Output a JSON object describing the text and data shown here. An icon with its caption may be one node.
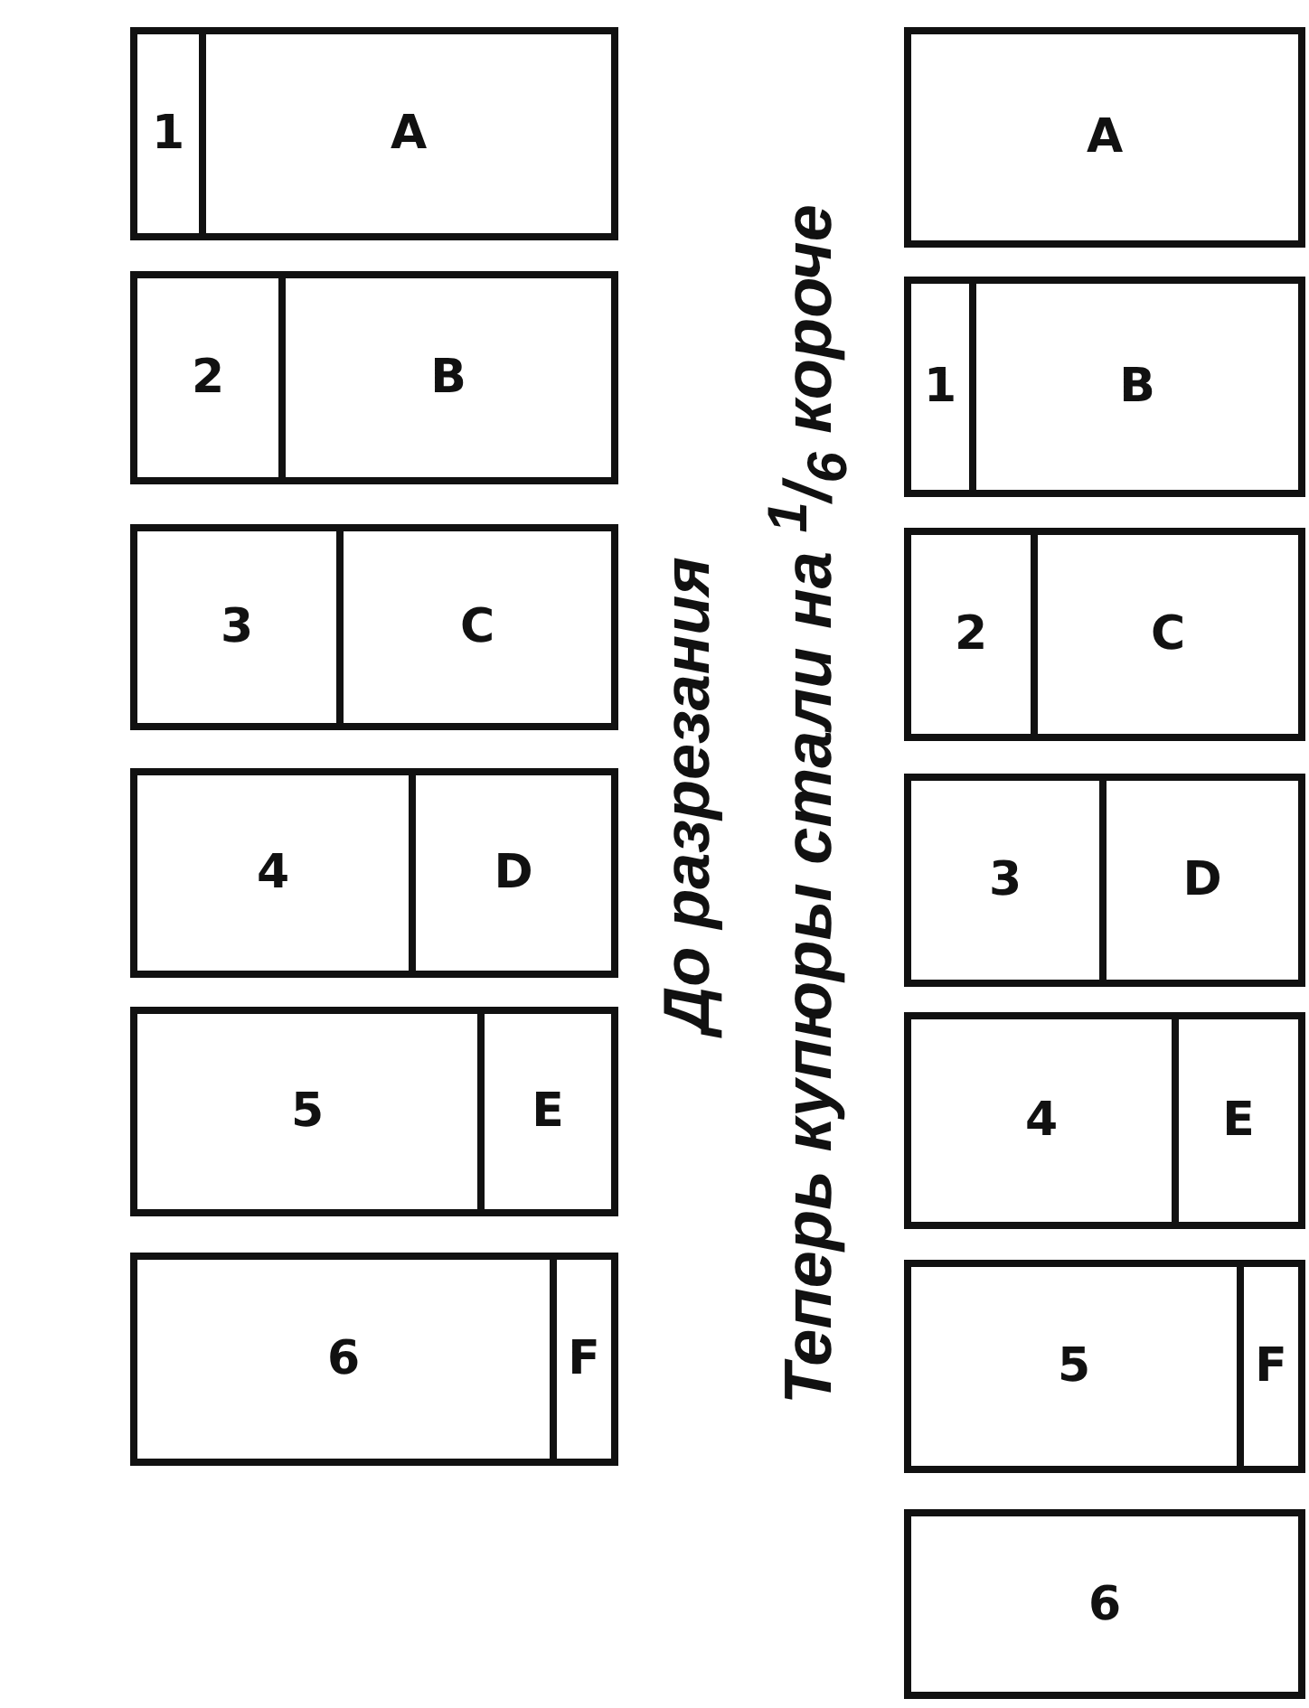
{
  "diagram": {
    "nodes": [
      {
        "text": [],
        "shape": "box"
      },
      {
        "text": [
          "1"
        ],
        "in": 0
      },
      {
        "text": [
          "A"
        ],
        "in": 0
      },
      {
        "text": [],
        "shape": "box"
      },
      {
        "text": [
          "2"
        ],
        "in": 3
      },
      {
        "text": [
          "B"
        ],
        "in": 3
      },
      {
        "text": [],
        "shape": "box"
      },
      {
        "text": [
          "3"
        ],
        "in": 6
      },
      {
        "text": [
          "C"
        ],
        "in": 6
      },
      {
        "text": [],
        "shape": "box"
      },
      {
        "text": [
          "4"
        ],
        "in": 9
      },
      {
        "text": [
          "D"
        ],
        "in": 9
      },
      {
        "text": [],
        "shape": "box"
      },
      {
        "text": [
          "5"
        ],
        "in": 12
      },
      {
        "text": [
          "E"
        ],
        "in": 12
      },
      {
        "text": [],
        "shape": "box"
      },
      {
        "text": [
          "6"
        ],
        "in": 15
      },
      {
        "text": [
          "F"
        ],
        "in": 15
      },
      {
        "text": [],
        "shape": "box"
      },
      {
        "text": [
          "A"
        ],
        "in": 18
      },
      {
        "text": [],
        "shape": "box"
      },
      {
        "text": [
          "1"
        ],
        "in": 20
      },
      {
        "text": [
          "B"
        ],
        "in": 20
      },
      {
        "text": [],
        "shape": "box"
      },
      {
        "text": [
          "2"
        ],
        "in": 23
      },
      {
        "text": [
          "C"
        ],
        "in": 23
      },
      {
        "text": [],
        "shape": "box"
      },
      {
        "text": [
          "3"
        ],
        "in": 26
      },
      {
        "text": [
          "D"
        ],
        "in": 26
      },
      {
        "text": [],
        "shape": "box"
      },
      {
        "text": [
          "4"
        ],
        "in": 29
      },
      {
        "text": [
          "E"
        ],
        "in": 29
      },
      {
        "text": [],
        "shape": "box"
      },
      {
        "text": [
          "5"
        ],
        "in": 32
      },
      {
        "text": [
          "F"
        ],
        "in": 32
      },
      {
        "text": [],
        "shape": "box"
      },
      {
        "text": [
          "6"
        ],
        "in": 35
      }
    ],
    "labels": [
      "До разрезания",
      "Теперь купюры стали на $^{1}$/$_{6}$ короче"
    ]
  }
}
